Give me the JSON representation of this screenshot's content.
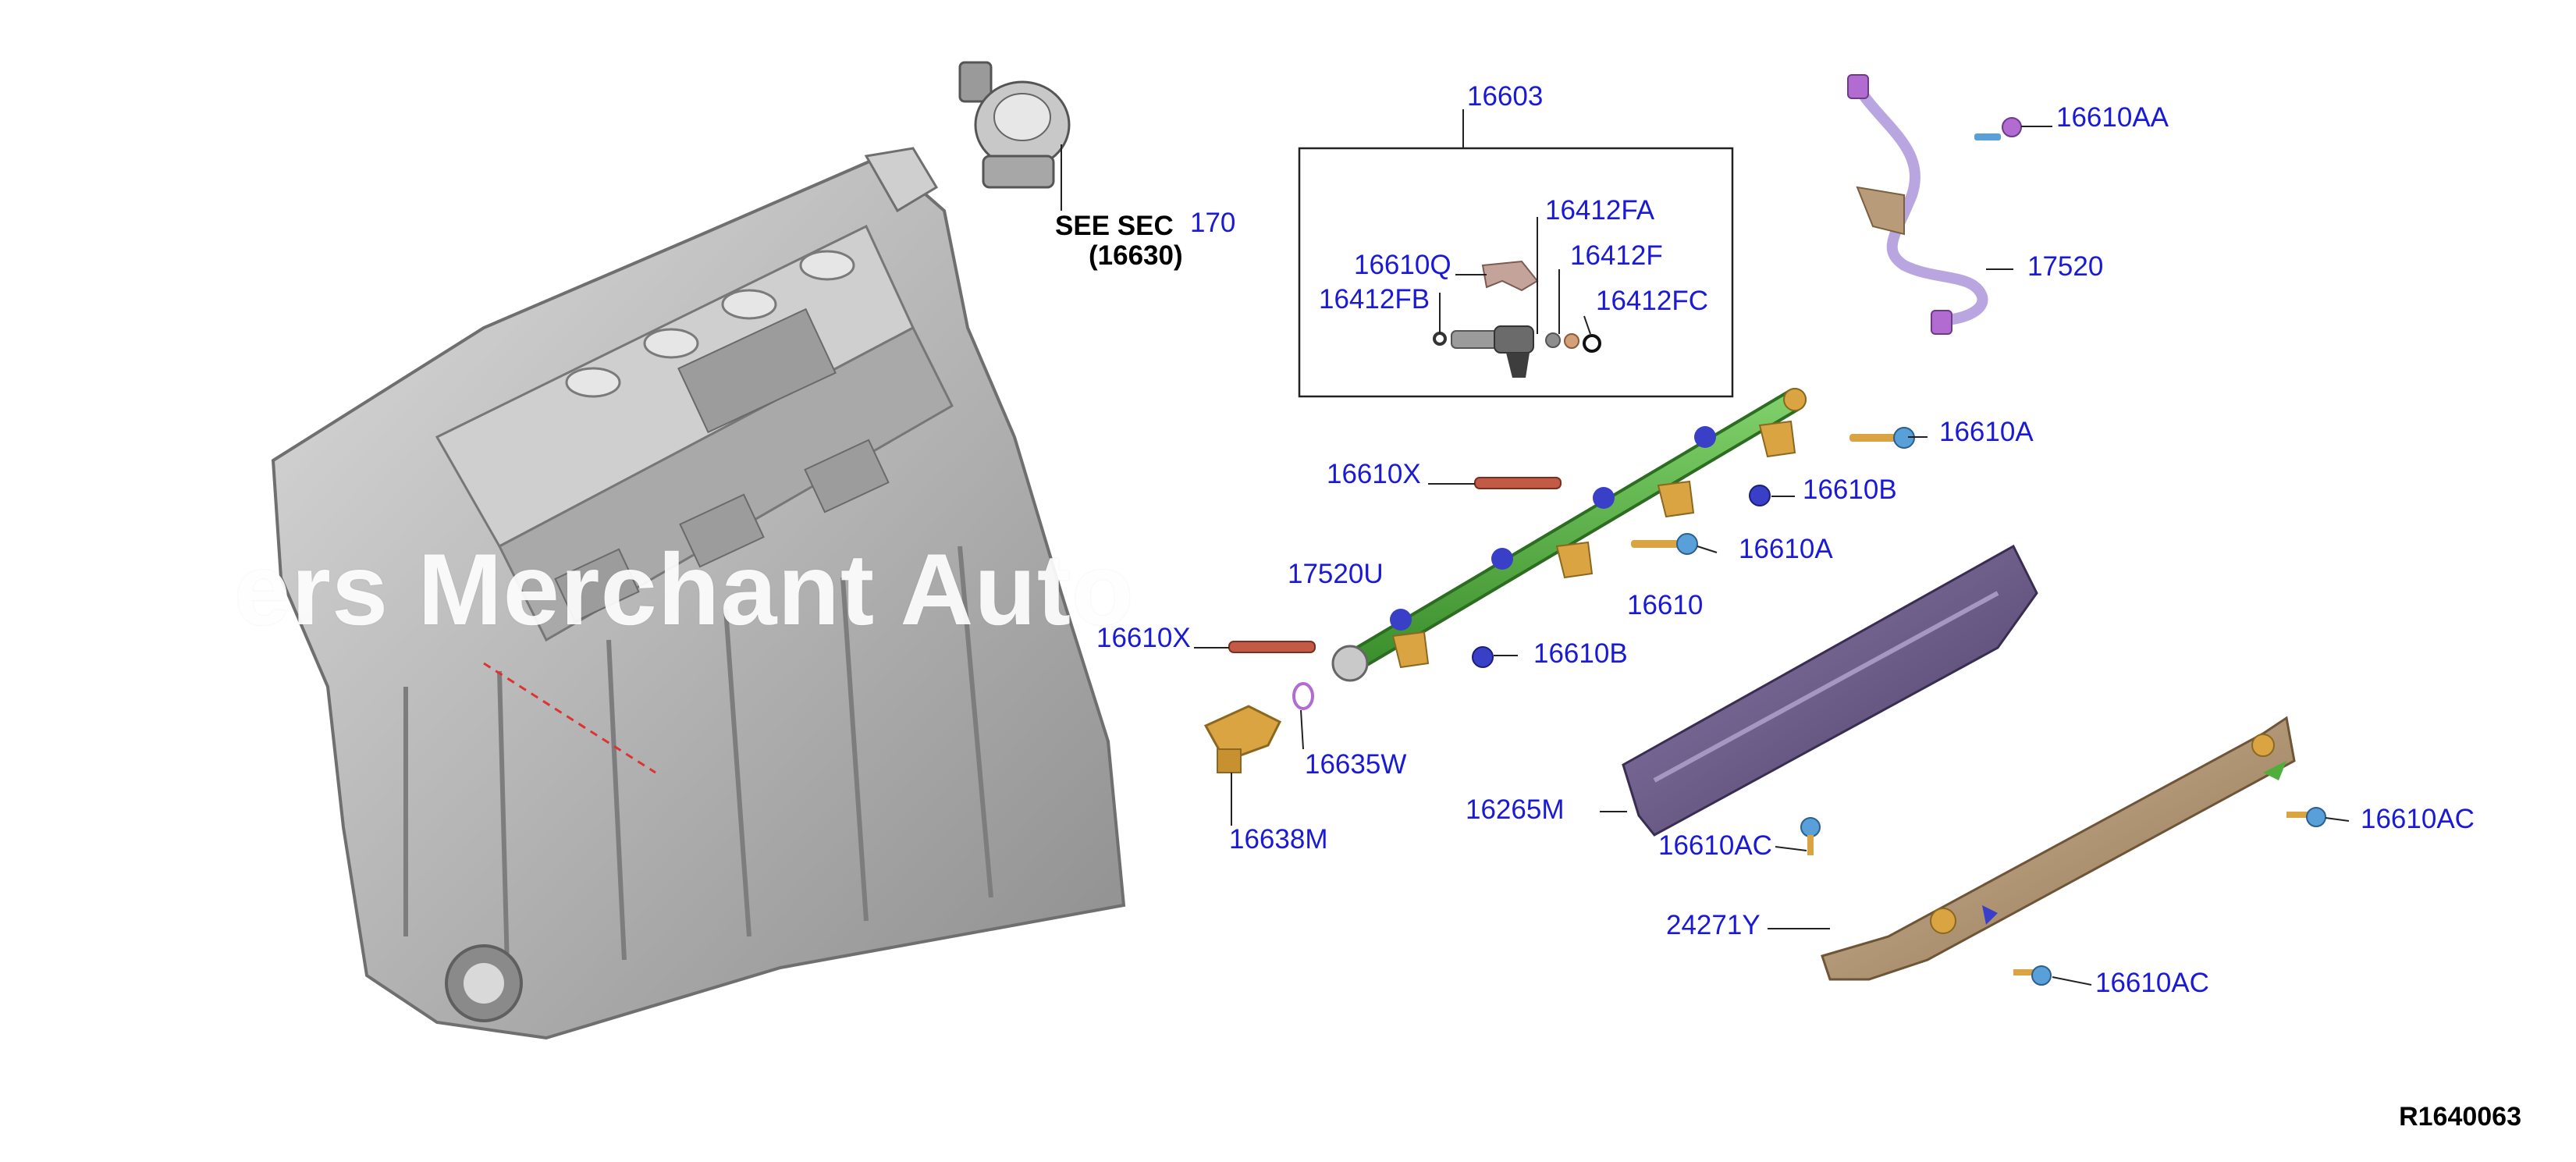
{
  "diagram": {
    "see_section": {
      "line1": "SEE SEC",
      "ref_number": "170",
      "line2": "(16630)"
    },
    "part_labels": [
      "16603",
      "16412FA",
      "16610Q",
      "16412F",
      "16412FB",
      "16412FC",
      "16610AA",
      "17520",
      "16610A",
      "16610X",
      "16610B",
      "16610A",
      "17520U",
      "16610X",
      "16610B",
      "16635W",
      "16638M",
      "16265M",
      "16610AC",
      "16610AC",
      "24271Y",
      "16610AC"
    ],
    "partial_label": "16610",
    "watermark": "ers Merchant Auto",
    "figure_id": "R1640063"
  },
  "colors": {
    "label_blue": "#1a1ad6",
    "engine_gray": "#b8b8b8",
    "fuel_rail_green": "#4fae3c",
    "injector_boss_gold": "#d9a441",
    "bolt_blue": "#5aa0d8",
    "injector_cap_blue": "#3a3fc8",
    "pipe_lavender": "#b9a6e0",
    "clip_lilac": "#b26bd0",
    "cover_purple": "#6f5d8e",
    "bracket_tan": "#b89b78",
    "stud_red": "#c25a45"
  }
}
